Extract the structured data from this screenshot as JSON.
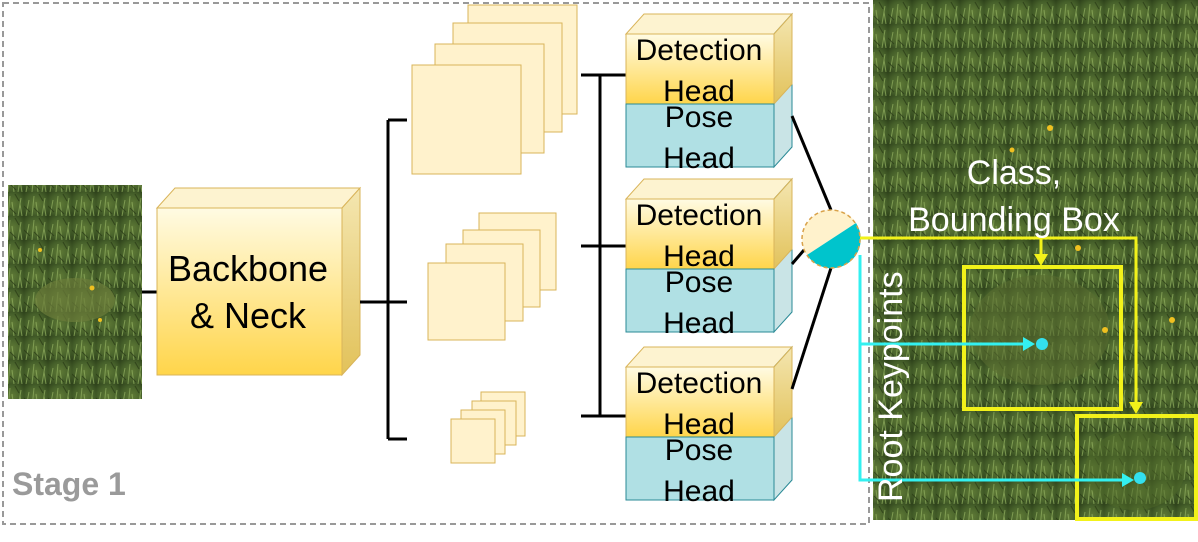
{
  "stage": {
    "label": "Stage 1"
  },
  "backbone": {
    "line1": "Backbone",
    "line2": "& Neck"
  },
  "heads": [
    {
      "det1": "Detection",
      "det2": "Head",
      "pose1": "Pose",
      "pose2": "Head"
    },
    {
      "det1": "Detection",
      "det2": "Head",
      "pose1": "Pose",
      "pose2": "Head"
    },
    {
      "det1": "Detection",
      "det2": "Head",
      "pose1": "Pose",
      "pose2": "Head"
    }
  ],
  "outputs": {
    "class_line1": "Class,",
    "class_line2": "Bounding Box",
    "keypoints": "Root Keypoints"
  },
  "colors": {
    "cube_top": "#fffbe3",
    "cube_bottom": "#ffd54a",
    "pose_fill": "#b0e0e4",
    "pose_border": "#2a8a96",
    "feature_fill": "#fff2cc",
    "feature_border": "#d9b45a",
    "arrow_cyan": "#33f0f0",
    "box_yellow": "#f2f21a",
    "dashed_border": "#999999"
  }
}
